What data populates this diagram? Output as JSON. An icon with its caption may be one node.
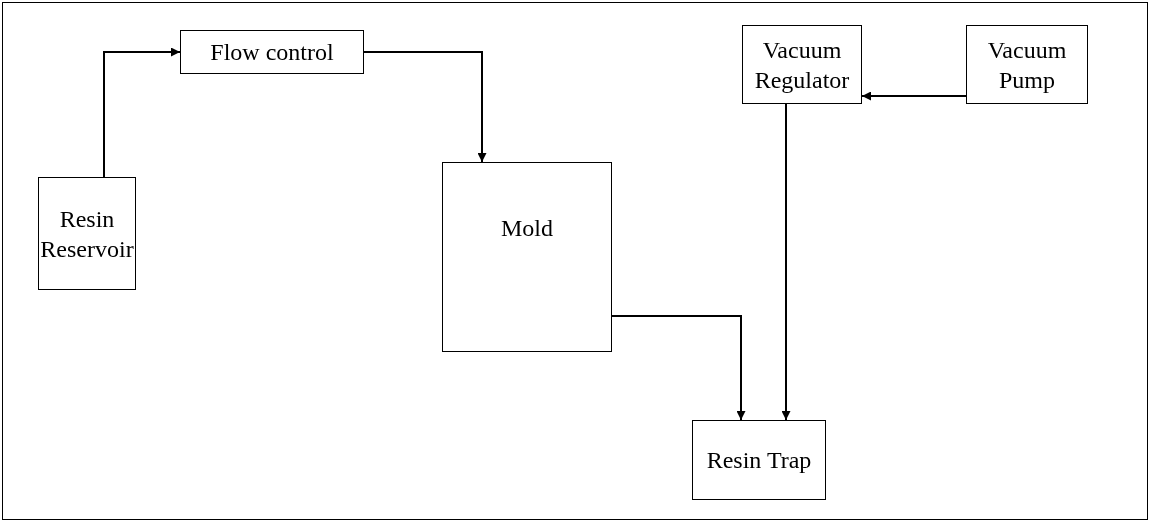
{
  "diagram": {
    "nodes": [
      {
        "text": [
          "Flow control"
        ]
      },
      {
        "text": [
          "Vacuum Regulator"
        ]
      },
      {
        "text": [
          "Vacuum Pump"
        ]
      },
      {
        "text": [
          "Resin Reservoir"
        ]
      },
      {
        "text": [
          "Mold"
        ]
      },
      {
        "text": [
          "Resin Trap"
        ]
      }
    ],
    "edges": [
      {
        "from": 3,
        "to": 0,
        "arrow": "to"
      },
      {
        "from": 0,
        "to": 4,
        "arrow": "to"
      },
      {
        "from": 4,
        "to": 5,
        "arrow": "to"
      },
      {
        "from": 2,
        "to": 1,
        "arrow": "to"
      },
      {
        "from": 1,
        "to": 5,
        "arrow": "to"
      }
    ]
  }
}
